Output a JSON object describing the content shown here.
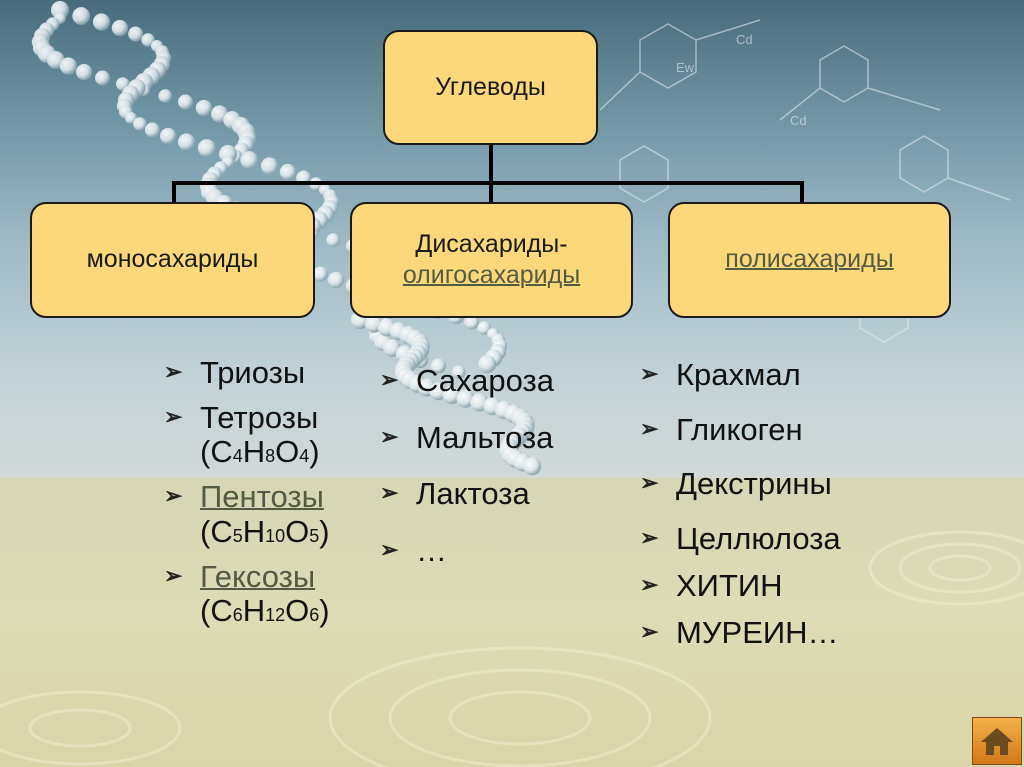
{
  "root": {
    "label": "Углеводы"
  },
  "categories": [
    {
      "label": "моносахариды"
    },
    {
      "line1": "Дисахариды-",
      "line2": "олигосахариды"
    },
    {
      "label": "полисахариды"
    }
  ],
  "monosaccharides": {
    "trioses": "Триозы",
    "tetroses": {
      "name": "Тетрозы",
      "formula": {
        "c": "4",
        "h": "8",
        "o": "4"
      }
    },
    "pentoses": {
      "name": "Пентозы",
      "formula": {
        "c": "5",
        "h": "10",
        "o": "5"
      }
    },
    "hexoses": {
      "name": "Гексозы",
      "formula": {
        "c": "6",
        "h": "12",
        "o": "6"
      }
    }
  },
  "disaccharides": [
    "Сахароза",
    "Мальтоза",
    "Лактоза",
    "…"
  ],
  "polysaccharides": [
    "Крахмал",
    "Гликоген",
    "Декстрины",
    "Целлюлоза",
    "ХИТИН",
    "МУРЕИН…"
  ],
  "colors": {
    "box_fill": "#fdd87a",
    "link": "#545b44",
    "home_button": "#e8962e"
  },
  "icons": {
    "bullet": "arrowhead-bullet-icon",
    "home": "home-icon"
  }
}
